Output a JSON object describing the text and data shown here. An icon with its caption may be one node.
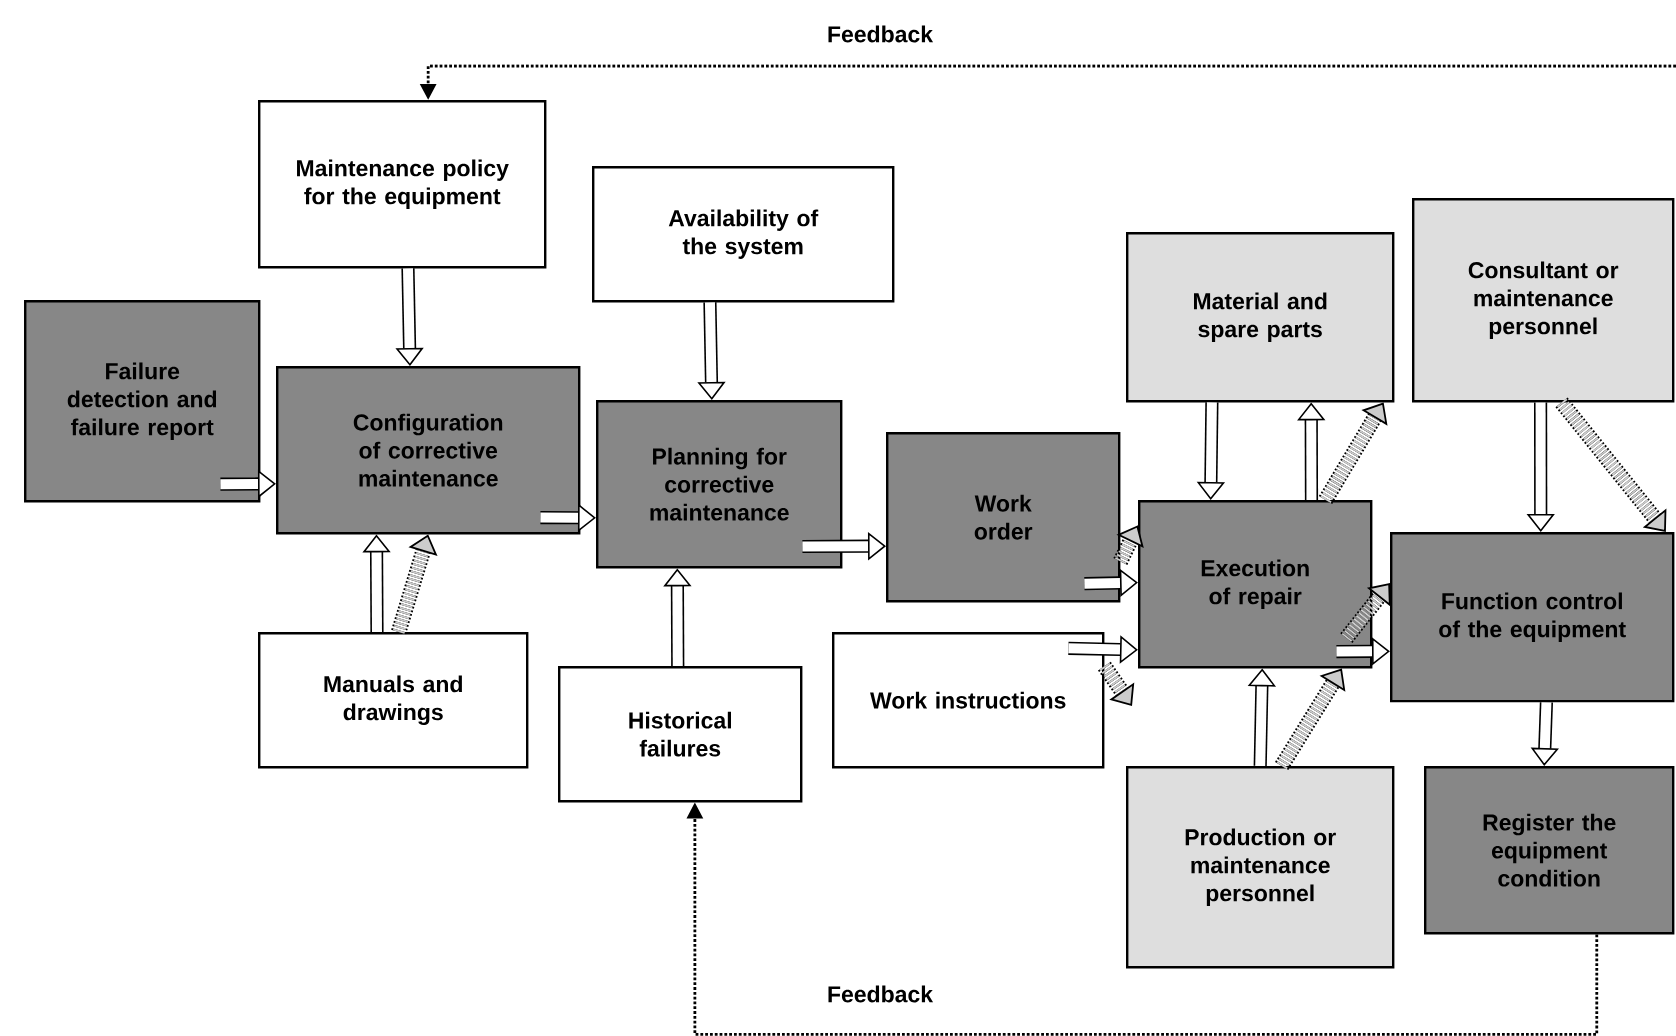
{
  "diagram": {
    "nodes": [
      {
        "text": [
          "Maintenance policy for the equipment"
        ]
      },
      {
        "text": [
          "Availability of the system"
        ]
      },
      {
        "text": [
          "Material and spare parts"
        ]
      },
      {
        "text": [
          "Consultant or maintenance personnel"
        ]
      },
      {
        "text": [
          "Failure detection and failure report"
        ]
      },
      {
        "text": [
          "Configuration of corrective maintenance"
        ]
      },
      {
        "text": [
          "Planning for corrective maintenance"
        ]
      },
      {
        "text": [
          "Work order"
        ]
      },
      {
        "text": [
          "Execution of repair"
        ]
      },
      {
        "text": [
          "Function control of the equipment"
        ]
      },
      {
        "text": [
          "Manuals and drawings"
        ]
      },
      {
        "text": [
          "Historical failures"
        ]
      },
      {
        "text": [
          "Work instructions"
        ]
      },
      {
        "text": [
          "Production or maintenance personnel"
        ]
      },
      {
        "text": [
          "Register the equipment condition"
        ]
      }
    ],
    "edges": [
      {
        "from": 0,
        "to": 5,
        "arrow": "to"
      },
      {
        "from": 1,
        "to": 6,
        "arrow": "to"
      },
      {
        "from": 4,
        "to": 5,
        "arrow": "to"
      },
      {
        "from": 5,
        "to": 6,
        "arrow": "to"
      },
      {
        "from": 6,
        "to": 7,
        "arrow": "to"
      },
      {
        "from": 7,
        "to": 8,
        "arrow": "to"
      },
      {
        "from": 7,
        "to": 8,
        "arrow": "to",
        "style": "dashed"
      },
      {
        "from": 12,
        "to": 8,
        "arrow": "to"
      },
      {
        "from": 12,
        "to": null,
        "arrow": "to",
        "style": "dashed"
      },
      {
        "from": 2,
        "to": 8,
        "arrow": "to"
      },
      {
        "from": 8,
        "to": 2,
        "arrow": "to"
      },
      {
        "from": 8,
        "to": 2,
        "arrow": "to",
        "style": "dashed"
      },
      {
        "from": 3,
        "to": 9,
        "arrow": "to"
      },
      {
        "from": 3,
        "to": 9,
        "arrow": "to",
        "style": "dashed"
      },
      {
        "from": 13,
        "to": 8,
        "arrow": "to"
      },
      {
        "from": 13,
        "to": 8,
        "arrow": "to",
        "style": "dashed"
      },
      {
        "from": 8,
        "to": 9,
        "arrow": "to"
      },
      {
        "from": 8,
        "to": 9,
        "arrow": "to",
        "style": "dashed"
      },
      {
        "from": 9,
        "to": 14,
        "arrow": "to"
      },
      {
        "from": 10,
        "to": 5,
        "arrow": "to"
      },
      {
        "from": 10,
        "to": 5,
        "arrow": "to",
        "style": "dashed"
      },
      {
        "from": 11,
        "to": 6,
        "arrow": "to"
      },
      {
        "from": null,
        "to": 0,
        "arrow": "to",
        "style": "dashed",
        "label": "Feedback"
      },
      {
        "from": 14,
        "to": 11,
        "arrow": "to",
        "style": "dashed",
        "label": "Feedback"
      }
    ]
  }
}
